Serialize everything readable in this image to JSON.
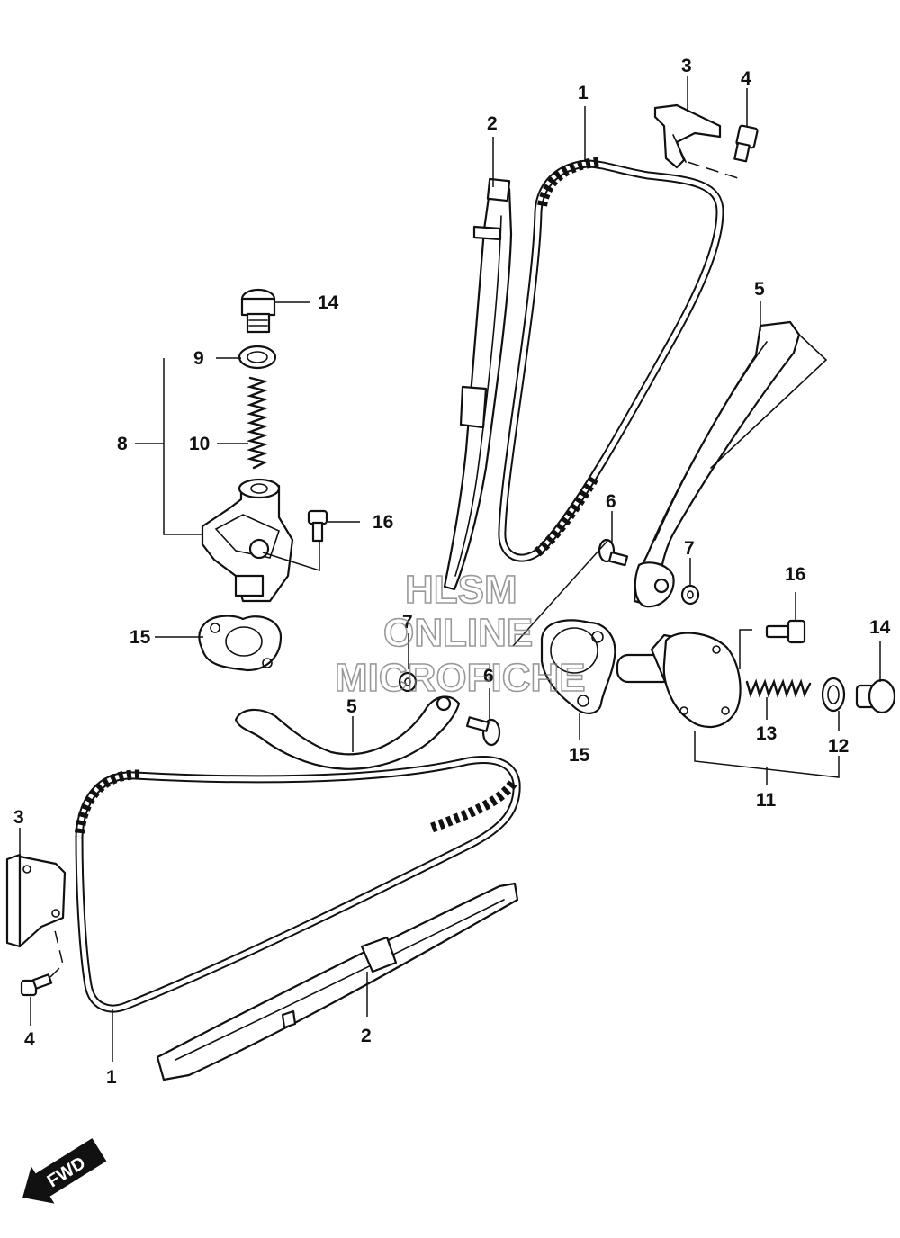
{
  "watermark": {
    "line1": "HLSM",
    "line2": "ONLINE",
    "line3": "MICROFICHE"
  },
  "fwd_arrow": {
    "label": "FWD"
  },
  "callouts": {
    "c1_top": "1",
    "c2_top": "2",
    "c3_top": "3",
    "c4_top": "4",
    "c5_right": "5",
    "c6_mid": "6",
    "c7_mid": "7",
    "c8": "8",
    "c9": "9",
    "c10": "10",
    "c14_left": "14",
    "c16_left": "16",
    "c15_left": "15",
    "c7_left": "7",
    "c5_left": "5",
    "c6_left": "6",
    "c15_mid": "15",
    "c16_right": "16",
    "c14_right": "14",
    "c13": "13",
    "c12": "12",
    "c11": "11",
    "c3_bottom": "3",
    "c4_bottom": "4",
    "c1_bottom": "1",
    "c2_bottom": "2"
  }
}
